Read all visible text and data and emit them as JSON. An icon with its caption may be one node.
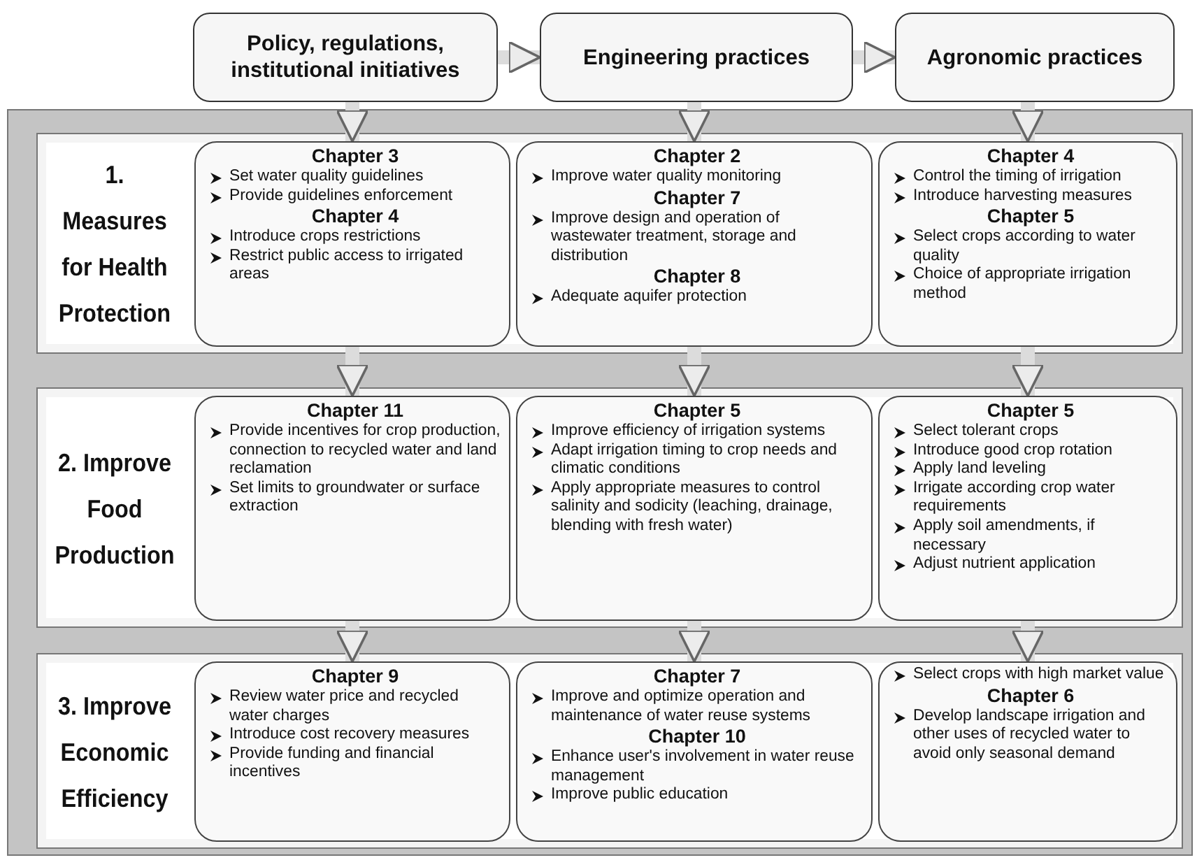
{
  "diagram": {
    "nodes": [
      {
        "text": [
          "Policy, regulations, institutional initiatives"
        ]
      },
      {
        "text": [
          "Engineering practices"
        ]
      },
      {
        "text": [
          "Agronomic practices"
        ]
      },
      {
        "text": [
          "1. Measures for Health Protection"
        ]
      },
      {
        "text": [
          "Chapter 3",
          "Set water quality guidelines",
          "Provide guidelines enforcement",
          "Chapter 4",
          "Introduce crops restrictions",
          "Restrict public access to irrigated areas"
        ],
        "in": 3
      },
      {
        "text": [
          "Chapter 2",
          "Improve water quality monitoring",
          "Chapter 7",
          "Improve design and operation of wastewater treatment, storage and distribution",
          "Chapter 8",
          "Adequate aquifer protection"
        ],
        "in": 3
      },
      {
        "text": [
          "Chapter 4",
          "Control the timing of irrigation",
          "Introduce harvesting measures",
          "Chapter 5",
          "Select crops according to water quality",
          "Choice of appropriate irrigation method"
        ],
        "in": 3
      },
      {
        "text": [
          "2. Improve Food Production"
        ]
      },
      {
        "text": [
          "Chapter 11",
          "Provide incentives for crop production, connection to recycled water and land reclamation",
          "Set limits to groundwater or surface extraction"
        ],
        "in": 7
      },
      {
        "text": [
          "Chapter 5",
          "Improve efficiency of irrigation systems",
          "Adapt irrigation timing to crop needs and climatic conditions",
          "Apply appropriate measures to control salinity and sodicity (leaching, drainage, blending with fresh water)"
        ],
        "in": 7
      },
      {
        "text": [
          "Chapter 5",
          "Select tolerant crops",
          "Introduce good crop rotation",
          "Apply land leveling",
          "Irrigate according crop water requirements",
          "Apply soil amendments, if necessary",
          "Adjust nutrient application"
        ],
        "in": 7
      },
      {
        "text": [
          "3. Improve Economic Efficiency"
        ]
      },
      {
        "text": [
          "Chapter 9",
          "Review water price and recycled water charges",
          "Introduce cost recovery measures",
          "Provide funding and financial incentives"
        ],
        "in": 11
      },
      {
        "text": [
          "Chapter 7",
          "Improve and optimize operation and maintenance of water reuse systems",
          "Chapter 10",
          "Enhance user's involvement in water reuse management",
          "Improve public education"
        ],
        "in": 11
      },
      {
        "text": [
          "Select crops with high market value",
          "Chapter 6",
          "Develop landscape irrigation and other uses of recycled water to avoid only seasonal demand"
        ],
        "in": 11
      }
    ],
    "edges": [
      {
        "from": 0,
        "to": 1,
        "arrow": "to"
      },
      {
        "from": 1,
        "to": 2,
        "arrow": "to"
      },
      {
        "from": 0,
        "to": 4,
        "arrow": "to"
      },
      {
        "from": 1,
        "to": 5,
        "arrow": "to"
      },
      {
        "from": 2,
        "to": 6,
        "arrow": "to"
      },
      {
        "from": 4,
        "to": 8,
        "arrow": "to"
      },
      {
        "from": 5,
        "to": 9,
        "arrow": "to"
      },
      {
        "from": 6,
        "to": 10,
        "arrow": "to"
      },
      {
        "from": 8,
        "to": 12,
        "arrow": "to"
      },
      {
        "from": 9,
        "to": 13,
        "arrow": "to"
      },
      {
        "from": 10,
        "to": 14,
        "arrow": "to"
      }
    ]
  }
}
